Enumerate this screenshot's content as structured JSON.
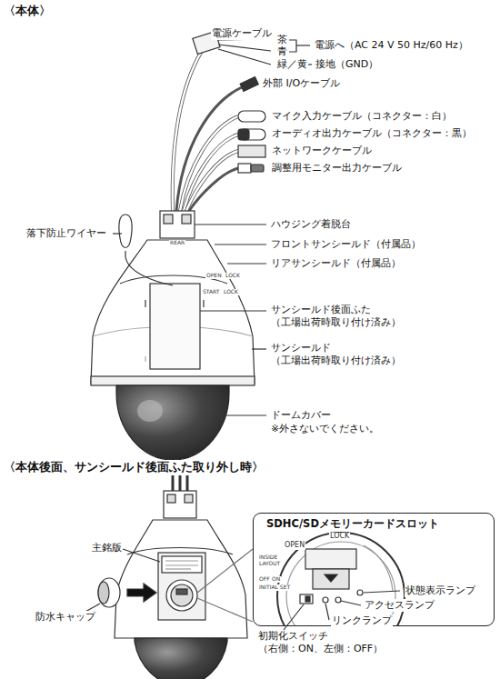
{
  "diagram": {
    "nodes": [
      {
        "text": [
          "SDHC/SDメモリーカードスロット"
        ]
      }
    ],
    "labels": [
      "〈本体〉",
      "電源ケーブル",
      "茶",
      "青",
      "電源へ（AC 24 V 50 Hz/60 Hz）",
      "緑／黄",
      "接地（GND）",
      "外部 I/Oケーブル",
      "マイク入力ケーブル（コネクター：白）",
      "オーディオ出力ケーブル（コネクター：黒）",
      "ネットワークケーブル",
      "調整用モニター出力ケーブル",
      "落下防止ワイヤー",
      "ハウジング着脱台",
      "フロントサンシールド（付属品）",
      "リアサンシールド（付属品）",
      "サンシールド後面ふた （工場出荷時取り付け済み）",
      "サンシールド （工場出荷時取り付け済み）",
      "ドームカバー",
      "※外さないでください。",
      "〈本体後面、サンシールド後面ふた取り外し時〉",
      "主銘版",
      "防水キャップ",
      "OPEN",
      "LOCK",
      "状態表示ランプ",
      "アクセスランプ",
      "リンクランプ",
      "初期化スイッチ （右側：ON、左側：OFF）",
      "REAR",
      "OPEN",
      "LOCK",
      "START",
      "LOCK",
      "INSIDE LAYOUT",
      "OFF",
      "ON",
      "INITIAL SET"
    ]
  }
}
